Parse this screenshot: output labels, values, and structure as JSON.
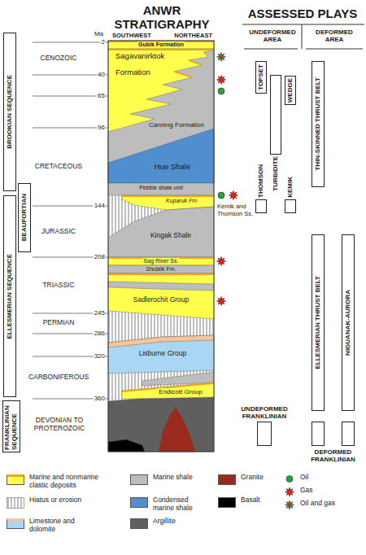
{
  "diagram": {
    "title": "ANWR STRATIGRAPHY",
    "nodes": [
      {
        "text": [
          "BROOKIAN SEQUENCE"
        ]
      },
      {
        "text": [
          "BEAUFORTIAN"
        ]
      },
      {
        "text": [
          "ELLESMERIAN SEQUENCE"
        ]
      },
      {
        "text": [
          "FRANKLINIAN SEQUENCE"
        ]
      },
      {
        "text": [
          "TOPSET"
        ]
      },
      {
        "text": [
          "TURBIDITE"
        ]
      },
      {
        "text": [
          "WEDGE"
        ]
      },
      {
        "text": [
          "THIN-SKINNED THRUST BELT"
        ]
      },
      {
        "text": [
          "THOMSON"
        ]
      },
      {
        "text": [
          "KEMIK"
        ]
      },
      {
        "text": [
          "ELLESMERIAN THRUST BELT"
        ]
      },
      {
        "text": [
          "NIGUANAK-AURORA"
        ]
      },
      {
        "text": [
          "UNDEFORMED FRANKLINIAN"
        ]
      },
      {
        "text": [
          "DEFORMED FRANKLINIAN"
        ]
      }
    ],
    "labels": [
      "ASSESSED PLAYS",
      "UNDEFORMED AREA",
      "DEFORMED AREA",
      "SOUTHWEST",
      "NORTHEAST",
      "Ma",
      "2",
      "40",
      "65",
      "96",
      "144",
      "208",
      "245",
      "286",
      "320",
      "360",
      "CENOZOIC",
      "CRETACEOUS",
      "JURASSIC",
      "TRIASSIC",
      "PERMIAN",
      "CARBONIFEROUS",
      "DEVONIAN TO PROTEROZOIC",
      "Gubik Formation",
      "Sagavanirktok",
      "Formation",
      "Canning Formation",
      "Hue Shale",
      "Pebble shale unit",
      "Kuparuk Fm",
      "Kingak Shale",
      "Sag River Ss.",
      "Shublik Fm.",
      "Sadlerochit Group",
      "Lisburne Group",
      "Endicott Group",
      "Kemik and Thomson Ss."
    ],
    "legend": [
      {
        "text": "Marine and nonmarine clastic deposits",
        "color": "#ffff4d"
      },
      {
        "text": "Hiatus or erosion"
      },
      {
        "text": "Limestone and dolomite",
        "color": "#a9d6f2"
      },
      {
        "text": "Marine shale",
        "color": "#bdbdbd"
      },
      {
        "text": "Condensed marine shale",
        "color": "#4f8fd0"
      },
      {
        "text": "Argillite",
        "color": "#5f5f5f"
      },
      {
        "text": "Granite",
        "color": "#9b2a1e"
      },
      {
        "text": "Basalt",
        "color": "#000000"
      },
      {
        "text": "Oil"
      },
      {
        "text": "Gas"
      },
      {
        "text": "Oil and gas"
      }
    ]
  }
}
